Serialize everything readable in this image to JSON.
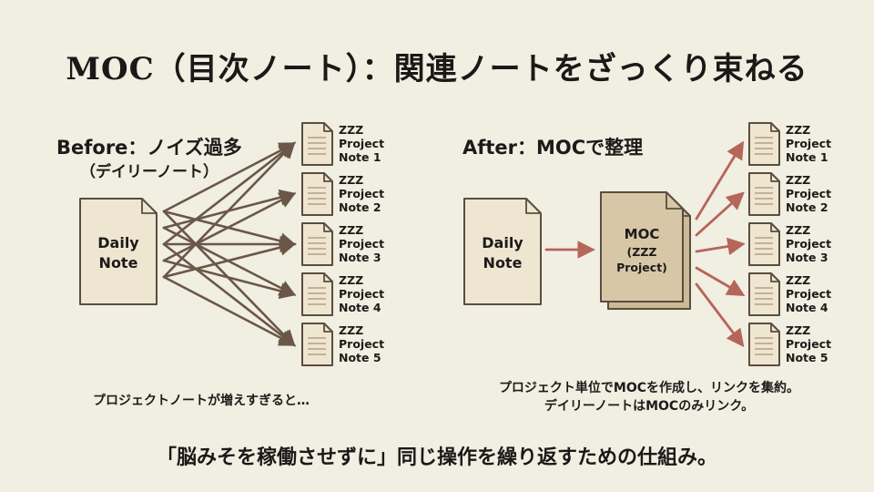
{
  "title": "MOC（目次ノート）：関連ノートをざっくり束ねる",
  "before": {
    "heading": "Before：ノイズ過多",
    "subheading": "（デイリーノート）",
    "source_note": [
      "Daily",
      "Note"
    ],
    "caption": "プロジェクトノートが増えすぎると…"
  },
  "after": {
    "heading": "After：MOCで整理",
    "source_note": [
      "Daily",
      "Note"
    ],
    "moc_note": [
      "MOC",
      "(ZZZ",
      "Project)"
    ],
    "caption_lines": [
      "プロジェクト単位でMOCを作成し、リンクを集約。",
      "デイリーノートはMOCのみリンク。"
    ]
  },
  "project_notes": [
    [
      "ZZZ",
      "Project",
      "Note 1"
    ],
    [
      "ZZZ",
      "Project",
      "Note 2"
    ],
    [
      "ZZZ",
      "Project",
      "Note 3"
    ],
    [
      "ZZZ",
      "Project",
      "Note 4"
    ],
    [
      "ZZZ",
      "Project",
      "Note 5"
    ]
  ],
  "tagline": "「脳みそを稼働させずに」同じ操作を繰り返すための仕組み。",
  "colors": {
    "background": "#f1eee2",
    "note_fill": "#efe6d1",
    "note_stroke": "#5a4d3e",
    "moc_fill": "#d8c7a6",
    "chaos_arrow": "#6a5748",
    "moc_arrow": "#b5655a"
  }
}
